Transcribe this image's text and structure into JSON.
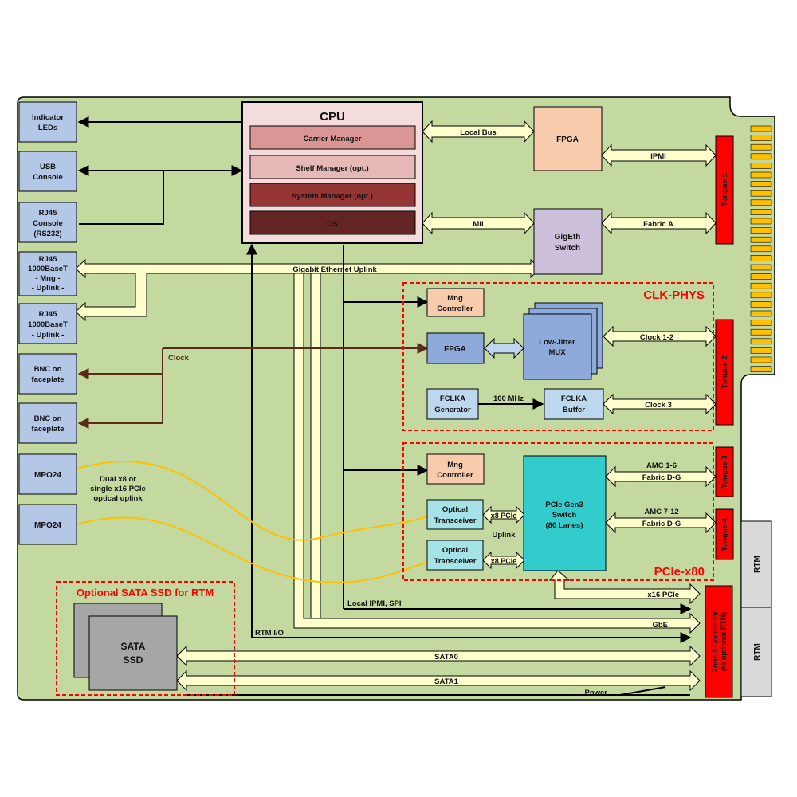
{
  "colors": {
    "board": "#c4d9a0",
    "bus": "#ffffcc",
    "led_blue": "#b4c7e7",
    "cpu_bg": "#f4dcdc",
    "carrier": "#da9694",
    "shelf": "#e6b8b7",
    "system": "#963634",
    "os": "#632523",
    "fpga": "#f8cbad",
    "gigeth": "#ccc0da",
    "mux": "#8eaadb",
    "fclka": "#bdd7ee",
    "pcie": "#33cccc",
    "optical": "#a6e3e9",
    "tongue": "#ff0000",
    "region_border": "#ff0000",
    "clock_wire": "#5a2a1a",
    "fiber": "#ffc000",
    "ssd": "#a6a6a6",
    "rtm": "#d9d9d9"
  },
  "left_ports": {
    "indicator": [
      "Indicator",
      "LEDs"
    ],
    "usb": [
      "USB",
      "Console"
    ],
    "rj45_console": [
      "RJ45",
      "Console",
      "(RS232)"
    ],
    "rj45_mng": [
      "RJ45",
      "1000BaseT",
      "- Mng -",
      "- Uplink -"
    ],
    "rj45_uplink": [
      "RJ45",
      "1000BaseT",
      "- Uplink -"
    ],
    "bnc1": [
      "BNC on",
      "faceplate"
    ],
    "bnc2": [
      "BNC on",
      "faceplate"
    ],
    "mpo1": "MPO24",
    "mpo2": "MPO24"
  },
  "cpu": {
    "title": "CPU",
    "carrier": "Carrier Manager",
    "shelf": "Shelf Manager (opt.)",
    "system": "System Manager (opt.)",
    "os": "OS"
  },
  "blocks": {
    "fpga_top": "FPGA",
    "gigeth": [
      "GigEth",
      "Switch"
    ],
    "mng1": [
      "Mng",
      "Controller"
    ],
    "fpga_clk": "FPGA",
    "mux": [
      "Low-Jitter",
      "MUX"
    ],
    "fclka_gen": [
      "FCLKA",
      "Generator"
    ],
    "fclka_buf": [
      "FCLKA",
      "Buffer"
    ],
    "mng2": [
      "Mng",
      "Controller"
    ],
    "optical1": [
      "Optical",
      "Transceiver"
    ],
    "optical2": [
      "Optical",
      "Transceiver"
    ],
    "pcie_switch": [
      "PCIe Gen3",
      "Switch",
      "(80 Lanes)"
    ],
    "ssd": [
      "SATA",
      "SSD"
    ]
  },
  "tongues": {
    "t1": "Tongue 1",
    "t2": "Tongue 2",
    "t3": "Tongue 3",
    "t4": "Tongue 4",
    "zone3": [
      "Zone 3 Connector",
      "(to optional RTM)"
    ]
  },
  "rtm": {
    "top": "RTM",
    "bottom": "RTM"
  },
  "regions": {
    "clk": "CLK-PHYS",
    "pcie": "PCIe-x80",
    "ssd": "Optional SATA SSD for RTM"
  },
  "labels": {
    "local_bus": "Local Bus",
    "ipmi": "IPMI",
    "mii": "MII",
    "fabric_a": "Fabric A",
    "gbe_uplink": "Gigabit Ethernet Uplink",
    "clock": "Clock",
    "clock12": "Clock 1-2",
    "mhz": "100 MHz",
    "clock3": "Clock 3",
    "amc16": "AMC 1-6",
    "fabric_dg1": "Fabric D-G",
    "amc712": "AMC 7-12",
    "fabric_dg2": "Fabric D-G",
    "x8_1": "x8 PCIe",
    "x8_2": "x8 PCIe",
    "uplink": "Uplink",
    "dual": [
      "Dual x8 or",
      "single x16 PCIe",
      "optical uplink"
    ],
    "x16": "x16 PCIe",
    "local_ipmi": "Local IPMI, SPI",
    "gbe": "GbE",
    "rtm_io": "RTM I/O",
    "sata0": "SATA0",
    "sata1": "SATA1",
    "power": "Power"
  }
}
